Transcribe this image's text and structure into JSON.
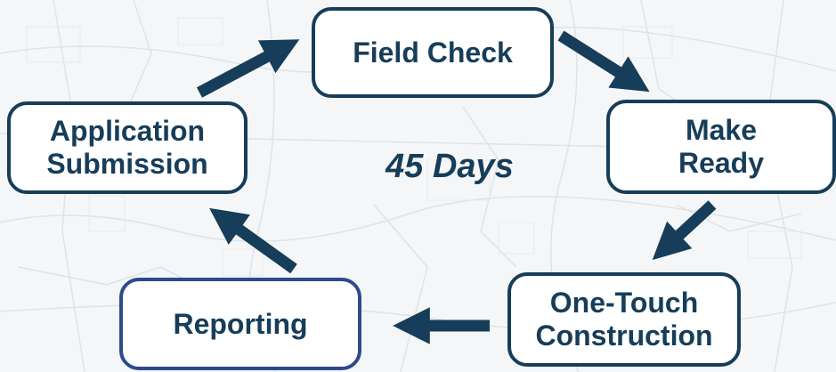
{
  "diagram": {
    "type": "cycle",
    "center_label": "45 Days",
    "colors": {
      "node_border": "#163d59",
      "highlight_border": "#2e4a8e",
      "text": "#163d59",
      "arrow": "#163d59",
      "background": "#f5f6f7"
    },
    "nodes": [
      {
        "id": "field-check",
        "lines": [
          "Field Check"
        ]
      },
      {
        "id": "make-ready",
        "lines": [
          "Make",
          "Ready"
        ]
      },
      {
        "id": "one-touch-construction",
        "lines": [
          "One-Touch",
          "Construction"
        ]
      },
      {
        "id": "reporting",
        "lines": [
          "Reporting"
        ]
      },
      {
        "id": "application-submission",
        "lines": [
          "Application",
          "Submission"
        ]
      }
    ],
    "edges": [
      {
        "from": "application-submission",
        "to": "field-check"
      },
      {
        "from": "field-check",
        "to": "make-ready"
      },
      {
        "from": "make-ready",
        "to": "one-touch-construction"
      },
      {
        "from": "one-touch-construction",
        "to": "reporting"
      },
      {
        "from": "reporting",
        "to": "application-submission"
      }
    ]
  }
}
